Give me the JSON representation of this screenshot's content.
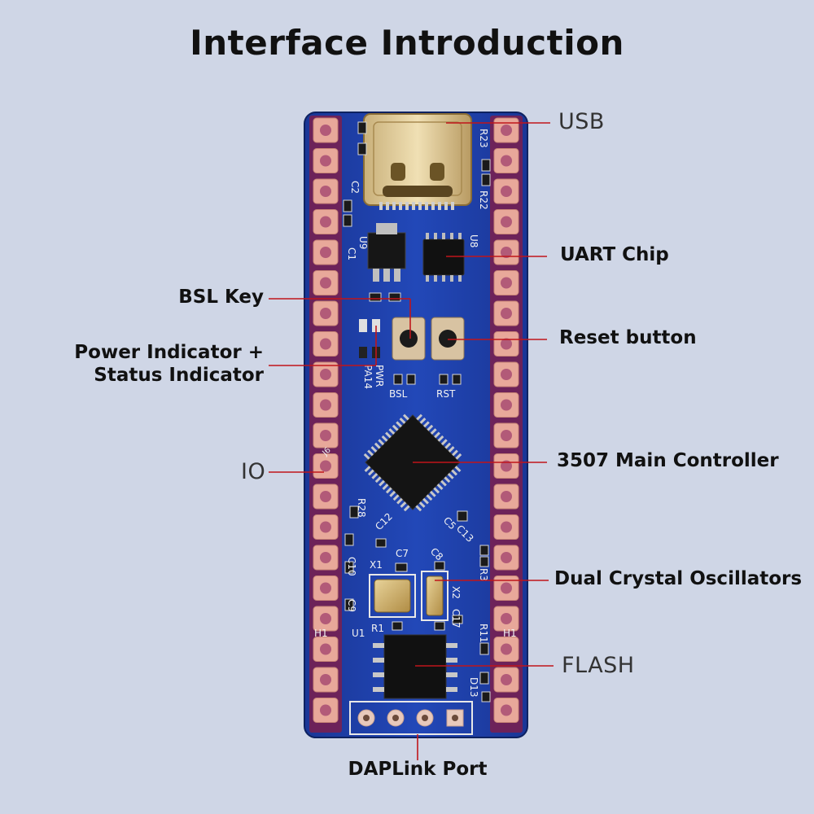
{
  "title": "Interface Introduction",
  "labels": {
    "usb": "USB",
    "uart": "UART Chip",
    "bsl_key": "BSL Key",
    "reset": "Reset button",
    "power_line1": "Power Indicator +",
    "power_line2": "Status Indicator",
    "io": "IO",
    "main_controller": "3507 Main Controller",
    "crystals": "Dual Crystal Oscillators",
    "flash": "FLASH",
    "daplink": "DAPLink Port"
  },
  "silkscreen": {
    "r23": "R23",
    "r22": "R22",
    "c2": "C2",
    "u9": "U9",
    "c1": "C1",
    "u8": "U8",
    "pwr": "PWR",
    "pa14": "PA14",
    "bsl": "BSL",
    "rst": "RST",
    "r28": "R28",
    "c12": "C12",
    "c7": "C7",
    "c8": "C8",
    "c10": "C10",
    "c9": "C9",
    "x1": "X1",
    "x2": "X2",
    "c17": "C17",
    "r1": "R1",
    "r3": "R3",
    "r11": "R11",
    "u1": "U1",
    "h1": "H1",
    "h1b": "H1",
    "d13": "D13",
    "c5": "C5",
    "c13": "C13",
    "j6": "J6"
  },
  "colors": {
    "background": "#cfd6e6",
    "pcb": "#1d3fa8",
    "pad": "#e8a89a",
    "leader": "#c0151a"
  }
}
